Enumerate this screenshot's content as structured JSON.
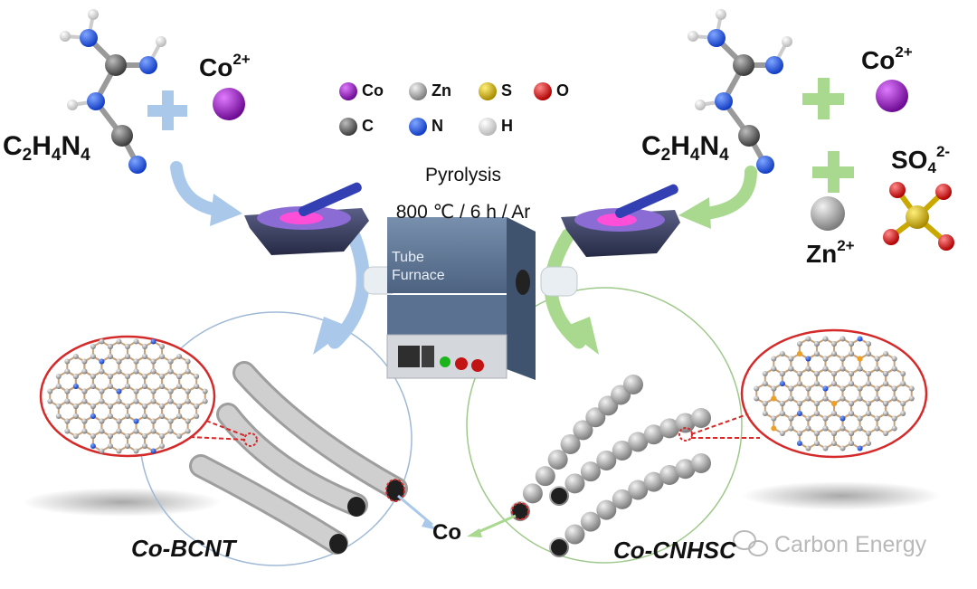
{
  "reagents_left": {
    "formula_parts": [
      "C",
      "2",
      "H",
      "4",
      "N",
      "4"
    ],
    "ion": [
      "Co",
      "2+"
    ]
  },
  "reagents_right": {
    "formula_parts": [
      "C",
      "2",
      "H",
      "4",
      "N",
      "4"
    ],
    "ion_co": [
      "Co",
      "2+"
    ],
    "ion_zn": [
      "Zn",
      "2+"
    ],
    "ion_so4": [
      "SO",
      "4",
      "2-"
    ]
  },
  "legend": [
    {
      "symbol": "Co",
      "color": "#9b1fc9"
    },
    {
      "symbol": "Zn",
      "color": "#a8a8a8"
    },
    {
      "symbol": "S",
      "color": "#d4b400"
    },
    {
      "symbol": "O",
      "color": "#e01515"
    },
    {
      "symbol": "C",
      "color": "#6e6e6e"
    },
    {
      "symbol": "N",
      "color": "#1e4fe0"
    },
    {
      "symbol": "H",
      "color": "#e8e8e8"
    }
  ],
  "process": {
    "line1": "Pyrolysis",
    "line2": "800 ℃ / 6 h / Ar"
  },
  "furnace": {
    "line1": "Tube",
    "line2": "Furnace"
  },
  "products": {
    "left": "Co-BCNT",
    "right": "Co-CNHSC",
    "core": "Co"
  },
  "watermark": "Carbon Energy",
  "colors": {
    "left_arrow": "#a9c8ea",
    "right_arrow": "#a9d98f",
    "highlight": "#d42a2a",
    "furnace_body": "#5d7592"
  }
}
